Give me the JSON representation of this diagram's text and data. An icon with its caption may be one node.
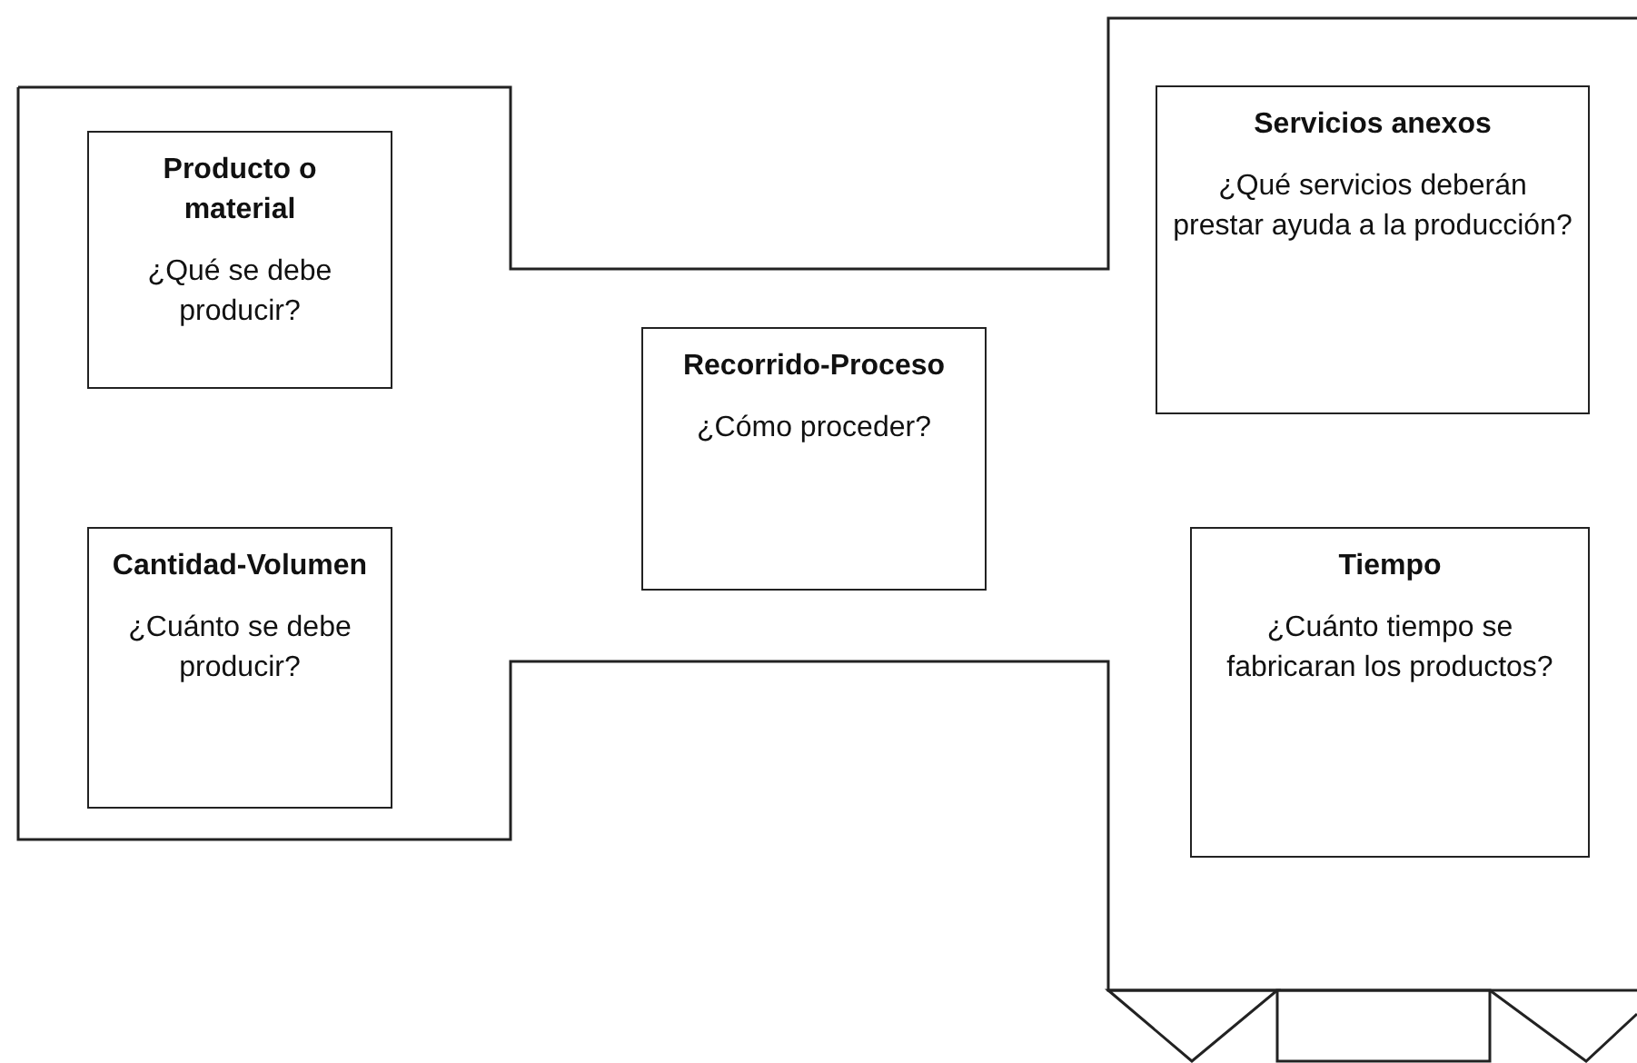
{
  "diagram": {
    "nodes": [
      {
        "text": [
          "Producto o material",
          "¿Qué se debe producir?"
        ]
      },
      {
        "text": [
          "Cantidad-Volumen",
          "¿Cuánto se debe producir?"
        ]
      },
      {
        "text": [
          "Recorrido-Proceso",
          "¿Cómo proceder?"
        ]
      },
      {
        "text": [
          "Servicios anexos",
          "¿Qué servicios deberán prestar ayuda a la producción?"
        ]
      },
      {
        "text": [
          "Tiempo",
          "¿Cuánto tiempo se fabricaran los productos?"
        ]
      }
    ]
  }
}
